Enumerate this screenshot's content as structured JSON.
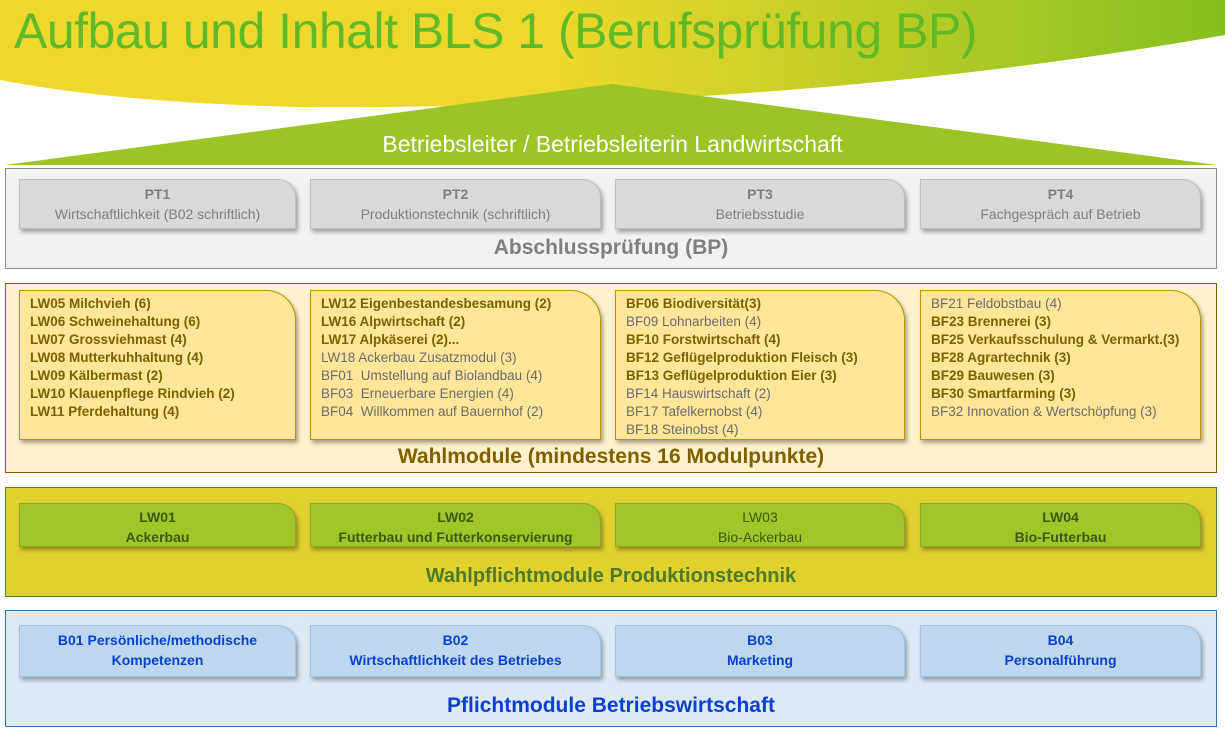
{
  "title": "Aufbau und Inhalt BLS 1 (Berufsprüfung BP)",
  "subtitle": "Betriebsleiter / Betriebsleiterin Landwirtschaft",
  "abschluss": {
    "label": "Abschlussprüfung (BP)",
    "items": [
      {
        "code": "PT1",
        "name": "Wirtschaftlichkeit (B02 schriftlich)"
      },
      {
        "code": "PT2",
        "name": "Produktionstechnik (schriftlich)"
      },
      {
        "code": "PT3",
        "name": "Betriebsstudie"
      },
      {
        "code": "PT4",
        "name": "Fachgespräch auf Betrieb"
      }
    ]
  },
  "wahlmodule": {
    "label": "Wahlmodule (mindestens 16 Modulpunkte)",
    "columns": [
      [
        {
          "t": "LW05 Milchvieh (6)",
          "b": true
        },
        {
          "t": "LW06 Schweinehaltung (6)",
          "b": true
        },
        {
          "t": "LW07 Grossviehmast (4)",
          "b": true
        },
        {
          "t": "LW08 Mutterkuhhaltung (4)",
          "b": true
        },
        {
          "t": "LW09 Kälbermast (2)",
          "b": true
        },
        {
          "t": "LW10 Klauenpflege Rindvieh (2)",
          "b": true
        },
        {
          "t": "LW11 Pferdehaltung (4)",
          "b": true
        }
      ],
      [
        {
          "t": "LW12 Eigenbestandesbesamung (2)",
          "b": true
        },
        {
          "t": "LW16 Alpwirtschaft (2)",
          "b": true
        },
        {
          "t": "LW17 Alpkäserei (2)...",
          "b": true
        },
        {
          "t": "LW18 Ackerbau Zusatzmodul (3)",
          "b": false
        },
        {
          "t": "BF01  Umstellung auf Biolandbau (4)",
          "b": false
        },
        {
          "t": "BF03  Erneuerbare Energien (4)",
          "b": false
        },
        {
          "t": "BF04  Willkommen auf Bauernhof (2)",
          "b": false
        }
      ],
      [
        {
          "t": "BF06 Biodiversität(3)",
          "b": true
        },
        {
          "t": "BF09 Lohnarbeiten (4)",
          "b": false
        },
        {
          "t": "BF10 Forstwirtschaft (4)",
          "b": true
        },
        {
          "t": "BF12 Geflügelproduktion Fleisch (3)",
          "b": true
        },
        {
          "t": "BF13 Geflügelproduktion Eier (3)",
          "b": true
        },
        {
          "t": "BF14 Hauswirtschaft (2)",
          "b": false
        },
        {
          "t": "BF17 Tafelkernobst (4)",
          "b": false
        },
        {
          "t": "BF18 Steinobst (4)",
          "b": false
        }
      ],
      [
        {
          "t": "BF21 Feldobstbau (4)",
          "b": false
        },
        {
          "t": "BF23 Brennerei (3)",
          "b": true
        },
        {
          "t": "BF25 Verkaufsschulung & Vermarkt.(3)",
          "b": true
        },
        {
          "t": "BF28 Agrartechnik (3)",
          "b": true
        },
        {
          "t": "BF29 Bauwesen (3)",
          "b": true
        },
        {
          "t": "BF30 Smartfarming (3)",
          "b": true
        },
        {
          "t": "BF32 Innovation & Wertschöpfung (3)",
          "b": false
        }
      ]
    ]
  },
  "wahlpflicht": {
    "label": "Wahlpflichtmodule Produktionstechnik",
    "items": [
      {
        "code": "LW01",
        "name": "Ackerbau",
        "bold": true
      },
      {
        "code": "LW02",
        "name": "Futterbau und Futterkonservierung",
        "bold": true
      },
      {
        "code": "LW03",
        "name": "Bio-Ackerbau",
        "bold": false
      },
      {
        "code": "LW04",
        "name": "Bio-Futterbau",
        "bold": true
      }
    ]
  },
  "pflicht": {
    "label": "Pflichtmodule Betriebswirtschaft",
    "items": [
      {
        "code": "B01 Persönliche/methodische",
        "name": "Kompetenzen"
      },
      {
        "code": "B02",
        "name": "Wirtschaftlichkeit des Betriebes"
      },
      {
        "code": "B03",
        "name": "Marketing"
      },
      {
        "code": "B04",
        "name": "Personalführung"
      }
    ]
  }
}
